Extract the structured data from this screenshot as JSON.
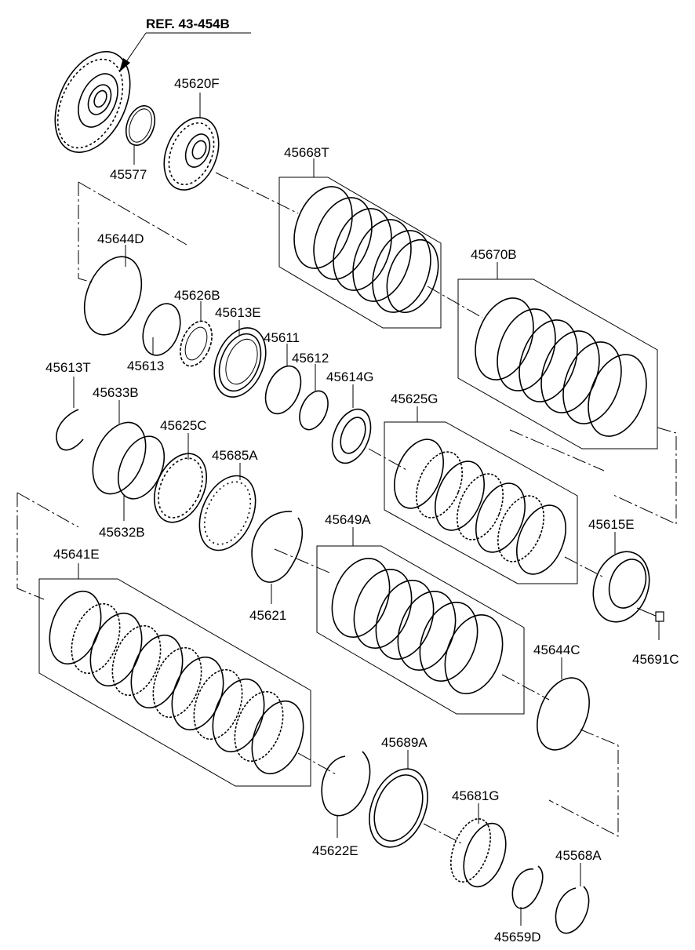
{
  "reference": "REF. 43-454B",
  "parts": {
    "p45620F": "45620F",
    "p45577": "45577",
    "p45668T": "45668T",
    "p45644D": "45644D",
    "p45670B": "45670B",
    "p45626B": "45626B",
    "p45613E": "45613E",
    "p45611": "45611",
    "p45612": "45612",
    "p45613": "45613",
    "p45613T": "45613T",
    "p45633B": "45633B",
    "p45614G": "45614G",
    "p45625G": "45625G",
    "p45625C": "45625C",
    "p45685A": "45685A",
    "p45632B": "45632B",
    "p45649A": "45649A",
    "p45615E": "45615E",
    "p45641E": "45641E",
    "p45621": "45621",
    "p45644C": "45644C",
    "p45691C": "45691C",
    "p45689A": "45689A",
    "p45681G": "45681G",
    "p45622E": "45622E",
    "p45568A": "45568A",
    "p45659D": "45659D"
  }
}
